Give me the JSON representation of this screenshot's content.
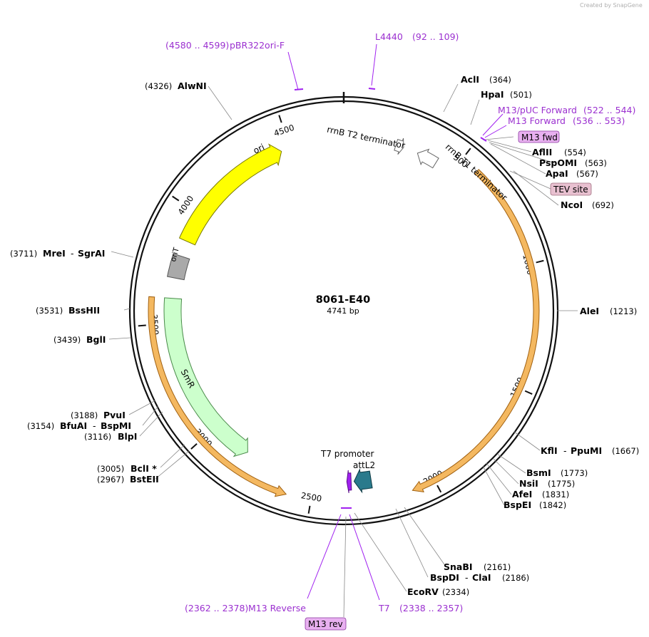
{
  "credit": "Created by SnapGene",
  "map": {
    "name": "8061-E40",
    "length_label": "4741 bp",
    "length": 4741
  },
  "ticks": [
    {
      "pos": 500,
      "label": "500"
    },
    {
      "pos": 1000,
      "label": "1000"
    },
    {
      "pos": 1500,
      "label": "1500"
    },
    {
      "pos": 2000,
      "label": "2000"
    },
    {
      "pos": 2500,
      "label": "2500"
    },
    {
      "pos": 3000,
      "label": "3000"
    },
    {
      "pos": 3500,
      "label": "3500"
    },
    {
      "pos": 4000,
      "label": "4000"
    },
    {
      "pos": 4500,
      "label": "4500"
    }
  ],
  "features": [
    {
      "id": "ori",
      "label": "ori",
      "start": 3870,
      "end": 4460,
      "color": "#ffff00",
      "stroke": "#7a7a00",
      "dir": 1,
      "ring": 1
    },
    {
      "id": "smr",
      "label": "SmR",
      "start": 2820,
      "end": 3610,
      "color": "#ccffcc",
      "stroke": "#4a8a4a",
      "dir": -1,
      "ring": 1
    },
    {
      "id": "orit",
      "label": "oriT",
      "start": 3700,
      "end": 3800,
      "color": "#a9a9a9",
      "stroke": "#555555",
      "dir": 0,
      "ring": 1
    },
    {
      "id": "rrnbt2",
      "label": "rrnB T2 terminator",
      "start": 230,
      "end": 265,
      "color": "#ffffff",
      "stroke": "#666666",
      "dir": 1,
      "ring": 2
    },
    {
      "id": "rrnbt1",
      "label": "rrnB T1 terminator",
      "start": 330,
      "end": 420,
      "color": "#ffffff",
      "stroke": "#666666",
      "dir": -1,
      "ring": 2
    },
    {
      "id": "orange1",
      "label": "",
      "start": 575,
      "end": 2095,
      "color": "#f4b860",
      "stroke": "#a06010",
      "dir": 1,
      "ring": 0
    },
    {
      "id": "orange2",
      "label": "",
      "start": 2600,
      "end": 3610,
      "color": "#f4b860",
      "stroke": "#a06010",
      "dir": -1,
      "ring": 0
    },
    {
      "id": "t7prom",
      "label": "T7 promoter",
      "start": 2338,
      "end": 2357,
      "color": "#a020f0",
      "stroke": "#5a0a8a",
      "dir": 1,
      "ring": 1
    },
    {
      "id": "attl2",
      "label": "attL2",
      "start": 2250,
      "end": 2325,
      "color": "#2a7a8c",
      "stroke": "#0d3a44",
      "dir": 1,
      "ring": 1
    }
  ],
  "primers": [
    {
      "name": "pBR322ori-F",
      "range": "(4580 .. 4599)"
    },
    {
      "name": "L4440",
      "range": "(92 .. 109)"
    },
    {
      "name": "M13/pUC Forward",
      "range": "(522 .. 544)"
    },
    {
      "name": "M13 Forward",
      "range": "(536 .. 553)"
    },
    {
      "name": "M13 Reverse",
      "range": "(2362 .. 2378)"
    },
    {
      "name": "T7",
      "range": "(2338 .. 2357)"
    }
  ],
  "boxes": [
    {
      "label": "M13 fwd"
    },
    {
      "label": "TEV site"
    },
    {
      "label": "M13 rev"
    }
  ],
  "sites": [
    {
      "name": "AclI",
      "pos": "(364)"
    },
    {
      "name": "HpaI",
      "pos": "(501)"
    },
    {
      "name": "AflII",
      "pos": "(554)"
    },
    {
      "name": "PspOMI",
      "pos": "(563)"
    },
    {
      "name": "ApaI",
      "pos": "(567)"
    },
    {
      "name": "NcoI",
      "pos": "(692)"
    },
    {
      "name": "AleI",
      "pos": "(1213)"
    },
    {
      "name": "KflI",
      "name2": "PpuMI",
      "pos": "(1667)"
    },
    {
      "name": "BsmI",
      "pos": "(1773)"
    },
    {
      "name": "NsiI",
      "pos": "(1775)"
    },
    {
      "name": "AfeI",
      "pos": "(1831)"
    },
    {
      "name": "BspEI",
      "pos": "(1842)"
    },
    {
      "name": "SnaBI",
      "pos": "(2161)"
    },
    {
      "name": "BspDI",
      "name2": "ClaI",
      "pos": "(2186)"
    },
    {
      "name": "EcoRV",
      "pos": "(2334)"
    },
    {
      "name": "BclI *",
      "pos": "(3005)"
    },
    {
      "name": "BstEII",
      "pos": "(2967)"
    },
    {
      "name": "BlpI",
      "pos": "(3116)"
    },
    {
      "name": "BfuAI",
      "name2": "BspMI",
      "pos": "(3154)"
    },
    {
      "name": "PvuI",
      "pos": "(3188)"
    },
    {
      "name": "BglI",
      "pos": "(3439)"
    },
    {
      "name": "BssHII",
      "pos": "(3531)"
    },
    {
      "name": "MreI",
      "name2": "SgrAI",
      "pos": "(3711)"
    },
    {
      "name": "AlwNI",
      "pos": "(4326)"
    }
  ]
}
